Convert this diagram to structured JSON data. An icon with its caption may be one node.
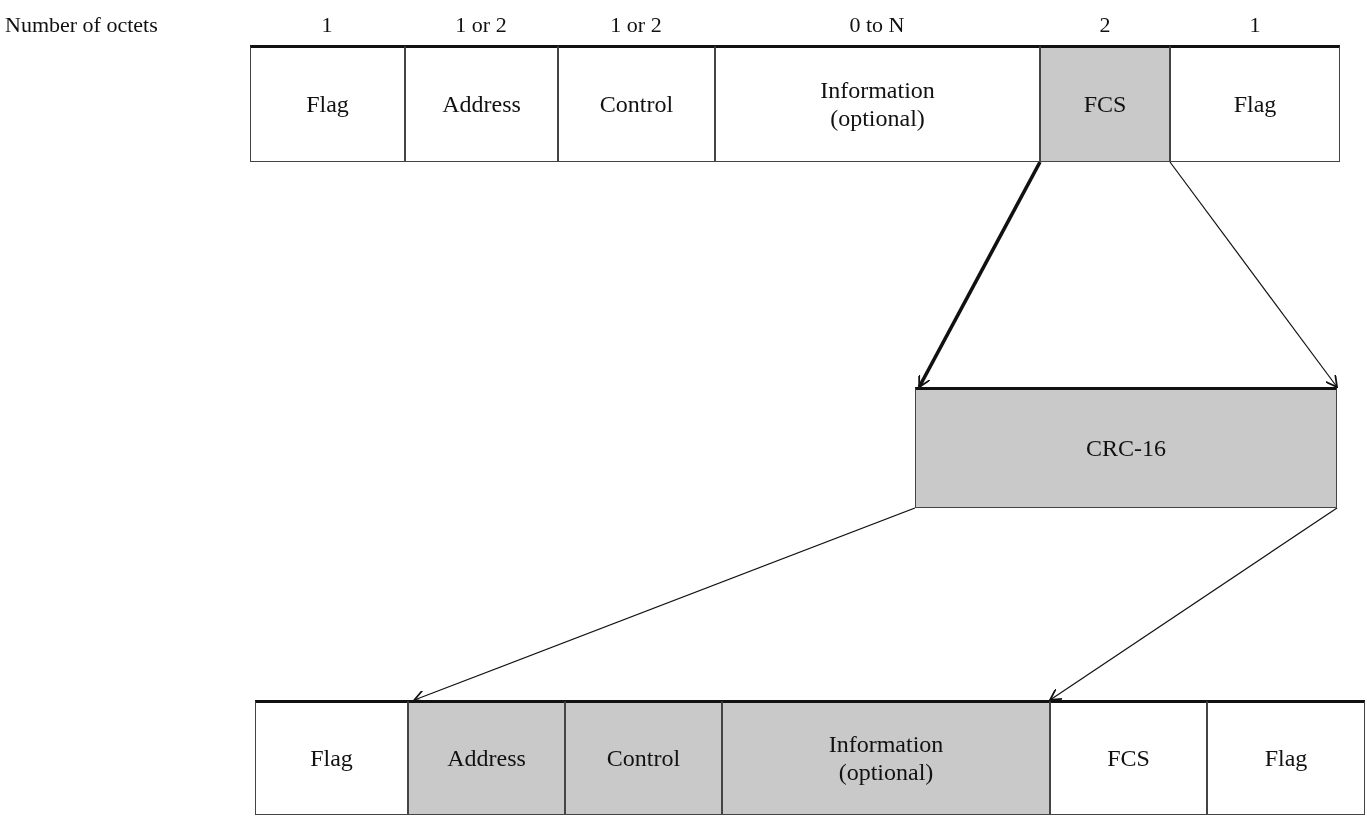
{
  "diagram": {
    "nodes": [
      {
        "text": [
          "Flag"
        ]
      },
      {
        "text": [
          "Address"
        ]
      },
      {
        "text": [
          "Control"
        ]
      },
      {
        "text": [
          "Information (optional)"
        ]
      },
      {
        "text": [
          "FCS"
        ]
      },
      {
        "text": [
          "Flag"
        ]
      },
      {
        "text": [
          "CRC-16"
        ]
      },
      {
        "text": [
          "Flag"
        ]
      },
      {
        "text": [
          "Address"
        ]
      },
      {
        "text": [
          "Control"
        ]
      },
      {
        "text": [
          "Information (optional)"
        ]
      },
      {
        "text": [
          "FCS"
        ]
      },
      {
        "text": [
          "Flag"
        ]
      }
    ],
    "edges": [
      {
        "from": 4,
        "to": 6,
        "arrow": "to",
        "style": "thick"
      },
      {
        "from": 4,
        "to": 6,
        "arrow": "to"
      },
      {
        "from": 6,
        "to": 8,
        "arrow": "to"
      },
      {
        "from": 6,
        "to": 10,
        "arrow": "to"
      }
    ],
    "labels": [
      "Number of octets",
      "1",
      "1 or 2",
      "1 or 2",
      "0 to N",
      "2",
      "1"
    ]
  }
}
